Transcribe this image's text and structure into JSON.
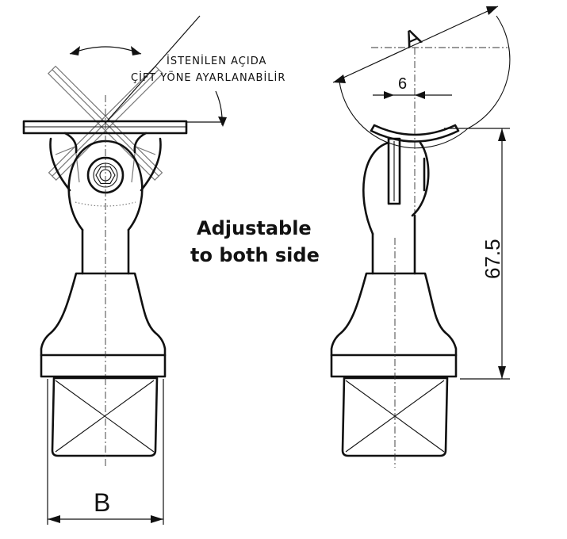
{
  "annotations": {
    "note_line1": "İSTENİLEN AÇIDA",
    "note_line2": "ÇİFT YÖNE AYARLANABİLİR",
    "caption_line1": "Adjustable",
    "caption_line2": "to both side"
  },
  "dimensions": {
    "label_a": "A",
    "label_b": "B",
    "label_offset": "6",
    "label_height": "67.5"
  }
}
